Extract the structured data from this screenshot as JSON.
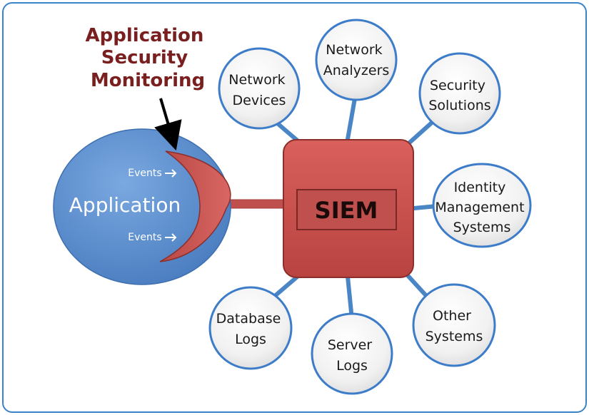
{
  "title": [
    "Application",
    "Security",
    "Monitoring"
  ],
  "application": {
    "label": "Application",
    "events_top": "Events",
    "events_bottom": "Events"
  },
  "hub": {
    "label": "SIEM"
  },
  "sources": [
    {
      "id": "network-devices",
      "lines": [
        "Network",
        "Devices"
      ]
    },
    {
      "id": "network-analyzers",
      "lines": [
        "Network",
        "Analyzers"
      ]
    },
    {
      "id": "security-solutions",
      "lines": [
        "Security",
        "Solutions"
      ]
    },
    {
      "id": "identity-management-systems",
      "lines": [
        "Identity",
        "Management",
        "Systems"
      ]
    },
    {
      "id": "other-systems",
      "lines": [
        "Other",
        "Systems"
      ]
    },
    {
      "id": "server-logs",
      "lines": [
        "Server",
        "Logs"
      ]
    },
    {
      "id": "database-logs",
      "lines": [
        "Database",
        "Logs"
      ]
    }
  ],
  "colors": {
    "frame": "#3a83c9",
    "connector": "#4a86c5",
    "application_fill": "#5b8fd0",
    "siem_fill": "#c0504d",
    "bubble_stroke": "#3d7cc9",
    "title": "#7a1f1f"
  }
}
